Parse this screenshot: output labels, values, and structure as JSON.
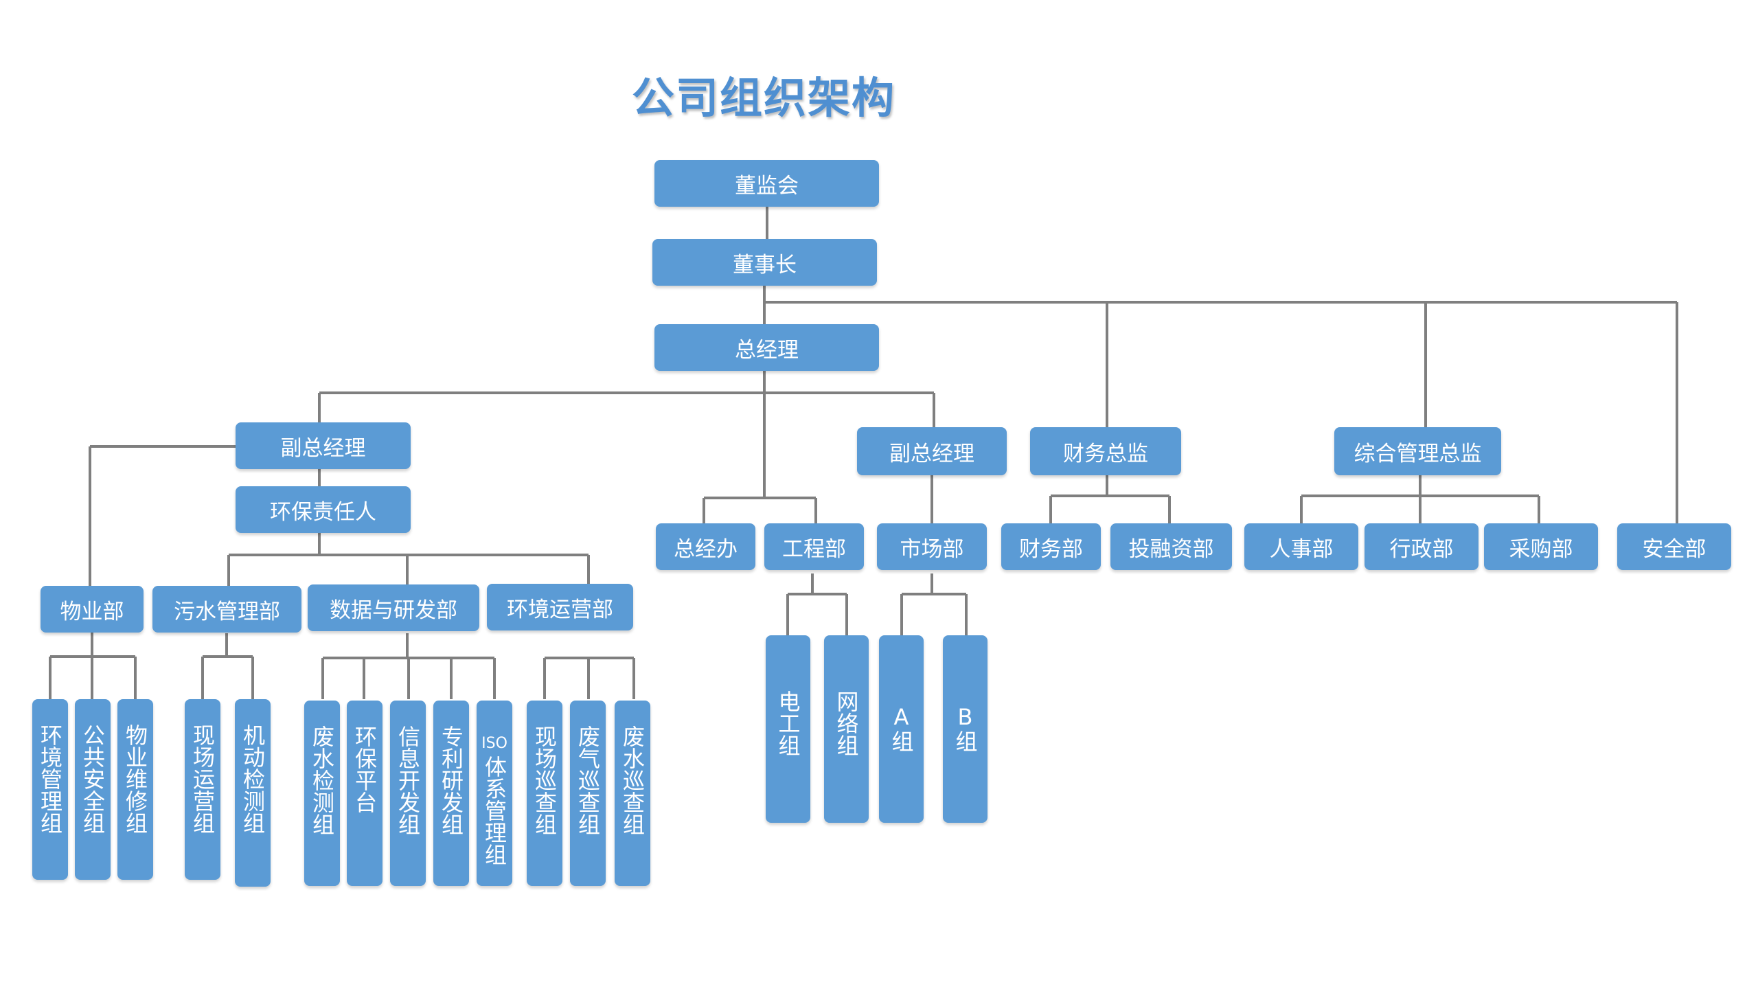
{
  "title": "公司组织架构",
  "colors": {
    "node_fill": "#5b9bd5",
    "node_text": "#ffffff",
    "title": "#4f8fd1",
    "connector": "#7f7f7f"
  },
  "nodes": {
    "board_of_supervisors": "董监会",
    "chairman": "董事长",
    "general_manager": "总经理",
    "deputy_gm_left": "副总经理",
    "env_responsible": "环保责任人",
    "property_dept": "物业部",
    "sewage_dept": "污水管理部",
    "data_rd_dept": "数据与研发部",
    "env_ops_dept": "环境运营部",
    "gm_office": "总经办",
    "engineering_dept": "工程部",
    "deputy_gm_right": "副总经理",
    "market_dept": "市场部",
    "cfo": "财务总监",
    "finance_dept": "财务部",
    "investment_dept": "投融资部",
    "admin_director": "综合管理总监",
    "hr_dept": "人事部",
    "admin_dept": "行政部",
    "purchase_dept": "采购部",
    "safety_dept": "安全部"
  },
  "groups": {
    "env_mgmt": "环境管理组",
    "public_safety": "公共安全组",
    "property_repair": "物业维修组",
    "site_ops": "现场运营组",
    "mobile_testing": "机动检测组",
    "wastewater_testing": "废水检测组",
    "env_platform": "环保平台",
    "info_dev": "信息开发组",
    "patent_rd": "专利研发组",
    "iso_prefix": "ISO",
    "iso_system": "体系管理组",
    "site_patrol": "现场巡查组",
    "gas_patrol": "废气巡查组",
    "water_patrol": "废水巡查组",
    "electric": "电工组",
    "network": "网络组",
    "group_a": "A组",
    "group_b": "B组"
  }
}
